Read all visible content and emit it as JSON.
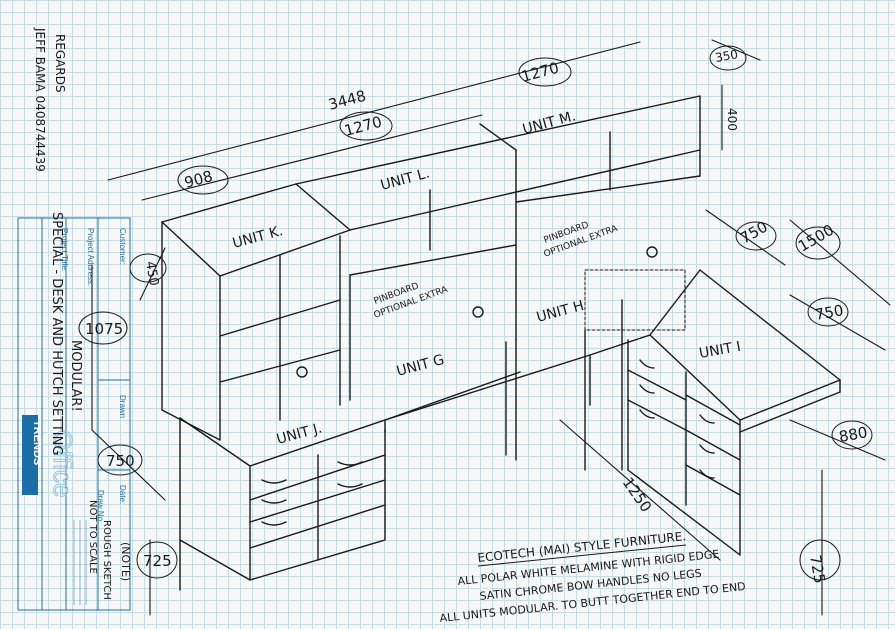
{
  "regards_line1": "REGARDS",
  "regards_line2": "JEFF BAMA 0408744439",
  "special_title": "SPECIAL - DESK AND HUTCH SETTING",
  "special_subtitle": "MODULAR!",
  "not_to_scale": "NOT TO SCALE",
  "rough_sketch": "ROUGH SKETCH",
  "note": "(NOTE)",
  "dimensions": {
    "overall": "3448",
    "d908": "908",
    "d1270_left": "1270",
    "d1270_right": "1270",
    "d350": "350",
    "d400": "400",
    "d450": "450",
    "d1075": "1075",
    "d750_left": "750",
    "d725_left": "725",
    "d750_right": "750",
    "d1500": "1500",
    "d750_r2": "750",
    "d880": "880",
    "d1250": "1250",
    "d725_right": "725"
  },
  "units": {
    "k": "UNIT K.",
    "l": "UNIT L.",
    "m": "UNIT M.",
    "g": "UNIT G",
    "h": "UNIT H",
    "i": "UNIT I",
    "j": "UNIT J."
  },
  "pinboard_1_line1": "PINBOARD",
  "pinboard_1_line2": "OPTIONAL EXTRA",
  "pinboard_2_line1": "PINBOARD",
  "pinboard_2_line2": "OPTIONAL EXTRA",
  "notes": {
    "line1": "ECOTECH (MAI) STYLE FURNITURE.",
    "line2": "ALL POLAR WHITE MELAMINE WITH RIGID EDGE",
    "line3": "SATIN CHROME BOW HANDLES  NO LEGS",
    "line4": "ALL UNITS MODULAR. TO BUTT TOGETHER END TO END"
  },
  "title_block": {
    "customer_label": "Customer:",
    "project_address_label": "Project Address:",
    "project_title_label": "Project Title:",
    "drawn_label": "Drawn",
    "date_label": "Date:",
    "draw_no_label": "Draw No.",
    "brand_office": "Office",
    "brand_trends": "TRENDS",
    "brand_colors": {
      "primary": "#1b6fa8",
      "light": "#8fc3e0"
    }
  }
}
